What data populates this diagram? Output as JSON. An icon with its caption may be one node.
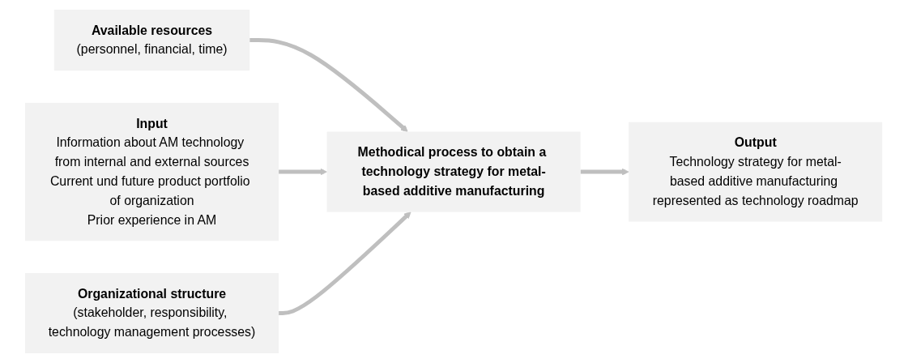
{
  "diagram": {
    "nodes": [
      {
        "text": [
          "Available resources",
          "(personnel, financial, time)"
        ]
      },
      {
        "text": [
          "Input",
          "Information about AM technology from internal and external sources",
          "Current und future product portfolio of organization",
          "Prior experience in AM"
        ]
      },
      {
        "text": [
          "Methodical process to obtain a technology strategy for metal-based additive manufacturing"
        ]
      },
      {
        "text": [
          "Output",
          "Technology strategy for metal-based additive manufacturing represented as technology roadmap"
        ]
      },
      {
        "text": [
          "Organizational structure",
          "(stakeholder, responsibility, technology management processes)"
        ]
      }
    ],
    "edges": [
      {
        "from": 0,
        "to": 2,
        "arrow": "to"
      },
      {
        "from": 1,
        "to": 2,
        "arrow": "to"
      },
      {
        "from": 2,
        "to": 3,
        "arrow": "to"
      },
      {
        "from": 4,
        "to": 2,
        "arrow": "to"
      }
    ]
  }
}
